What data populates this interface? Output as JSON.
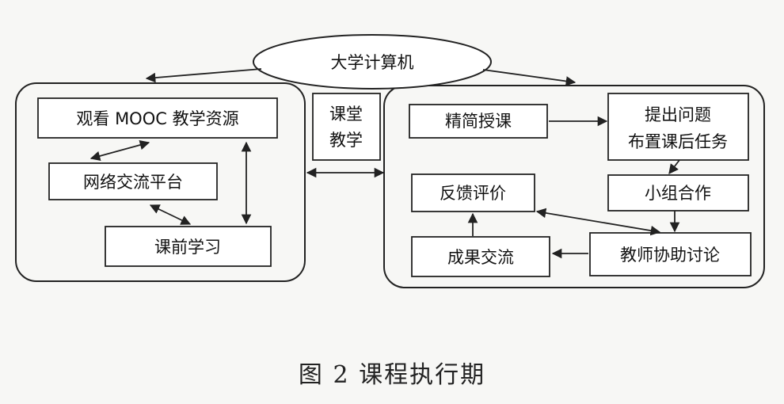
{
  "top_node": "大学计算机",
  "left_group": {
    "mooc": "观看 MOOC 教学资源",
    "network": "网络交流平台",
    "preclass": "课前学习"
  },
  "middle": {
    "line1": "课堂",
    "line2": "教学"
  },
  "right_group": {
    "lecture": "精简授课",
    "question_line1": "提出问题",
    "question_line2": "布置课后任务",
    "group_work": "小组合作",
    "feedback": "反馈评价",
    "results": "成果交流",
    "teacher": "教师协助讨论"
  },
  "caption": "图 2 课程执行期"
}
